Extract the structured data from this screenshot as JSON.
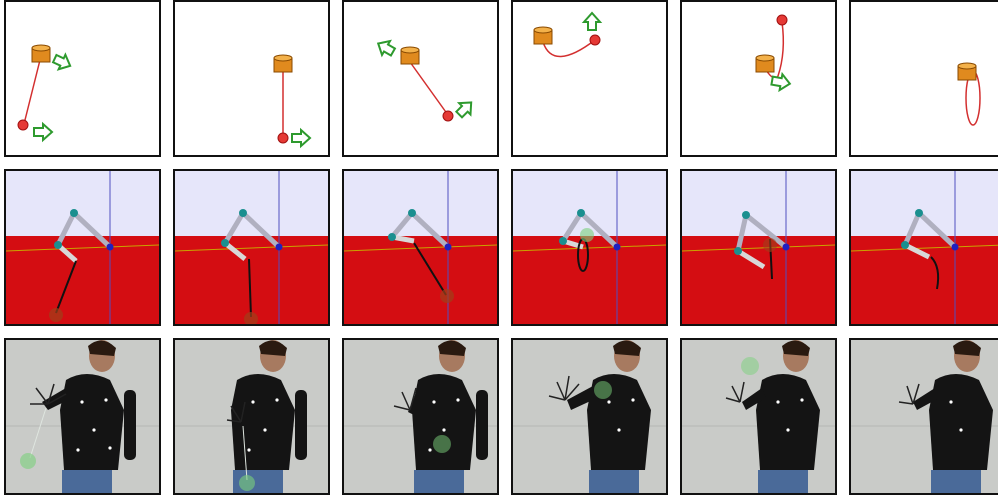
{
  "figure": {
    "rows": [
      {
        "id": "schematic",
        "panels": 6
      },
      {
        "id": "robot-simulation",
        "panels": 6
      },
      {
        "id": "human-video",
        "panels": 6
      }
    ],
    "colors": {
      "panel_border": "#111111",
      "arrow_green": "#2e9a2e",
      "ball_red": "#e53935",
      "cylinder_orange": "#e08a1e",
      "line_red": "#d32f2f",
      "floor_red": "#d40d12",
      "sky_lavender": "#e6e6fa",
      "joint_teal": "#1a8f8f",
      "marker_green": "#7bd17b",
      "shirt_black": "#141414",
      "jeans_blue": "#4a6a99"
    },
    "icons": [
      "arrow-icon",
      "ball-icon",
      "cylinder-icon",
      "motion-marker-icon"
    ]
  }
}
